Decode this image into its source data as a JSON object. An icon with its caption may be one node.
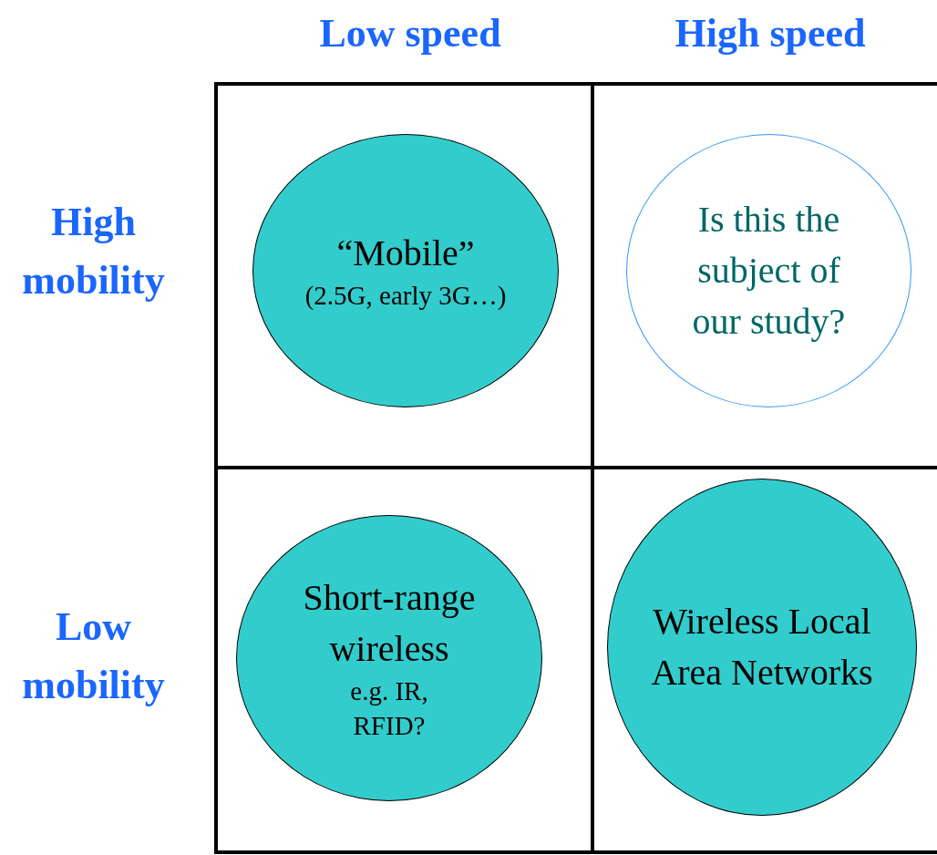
{
  "diagram": {
    "nodes": [
      {
        "text": [
          "“Mobile”",
          "(2.5G, early 3G…)"
        ]
      },
      {
        "text": [
          "Is this the subject of our study?"
        ]
      },
      {
        "text": [
          "Short-range wireless",
          "e.g. IR, RFID?"
        ]
      },
      {
        "text": [
          "Wireless Local Area Networks"
        ]
      }
    ],
    "labels": [
      "Low speed",
      "High speed",
      "High mobility",
      "Low mobility"
    ]
  }
}
